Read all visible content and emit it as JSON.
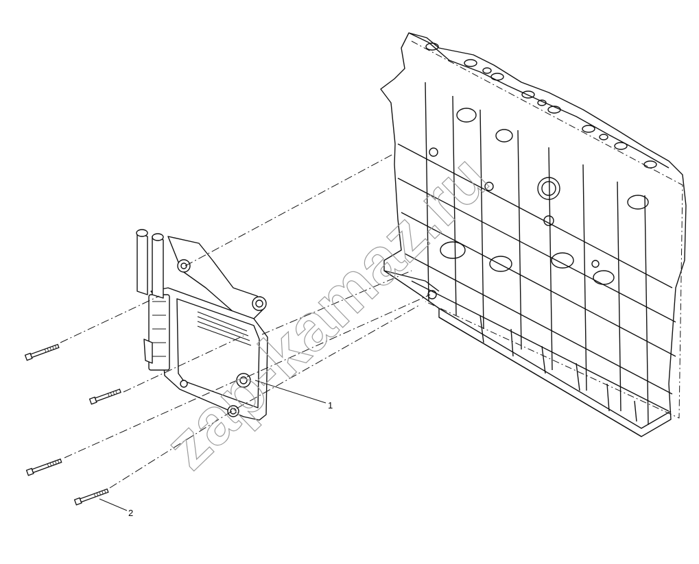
{
  "callouts": {
    "part_1": "1",
    "part_2": "2"
  },
  "watermark": "zap-kamaz.ru",
  "colors": {
    "line": "#111111",
    "watermark": "#9a9a9a",
    "background": "#ffffff"
  },
  "icons": [
    "engine-block-icon",
    "ecu-module-icon",
    "bolt-icon"
  ]
}
